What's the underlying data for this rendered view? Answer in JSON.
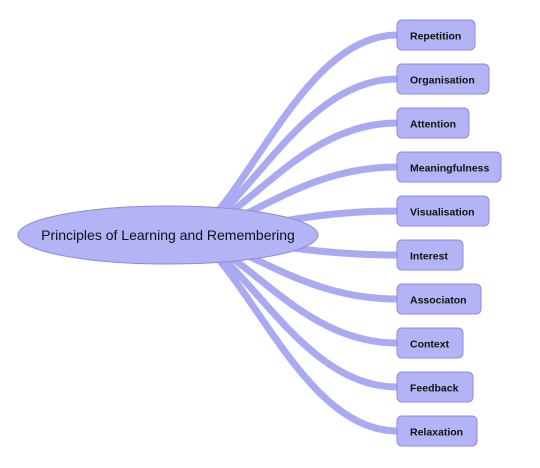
{
  "root": {
    "label": "Principles of Learning and Remembering"
  },
  "branches": [
    {
      "label": "Repetition"
    },
    {
      "label": "Organisation"
    },
    {
      "label": "Attention"
    },
    {
      "label": "Meaningfulness"
    },
    {
      "label": "Visualisation"
    },
    {
      "label": "Interest"
    },
    {
      "label": "Associaton"
    },
    {
      "label": "Context"
    },
    {
      "label": "Feedback"
    },
    {
      "label": "Relaxation"
    }
  ],
  "colors": {
    "node_fill": "#b3b3f5",
    "node_stroke": "#8c8ce0",
    "connector": "#aaaaf2"
  }
}
